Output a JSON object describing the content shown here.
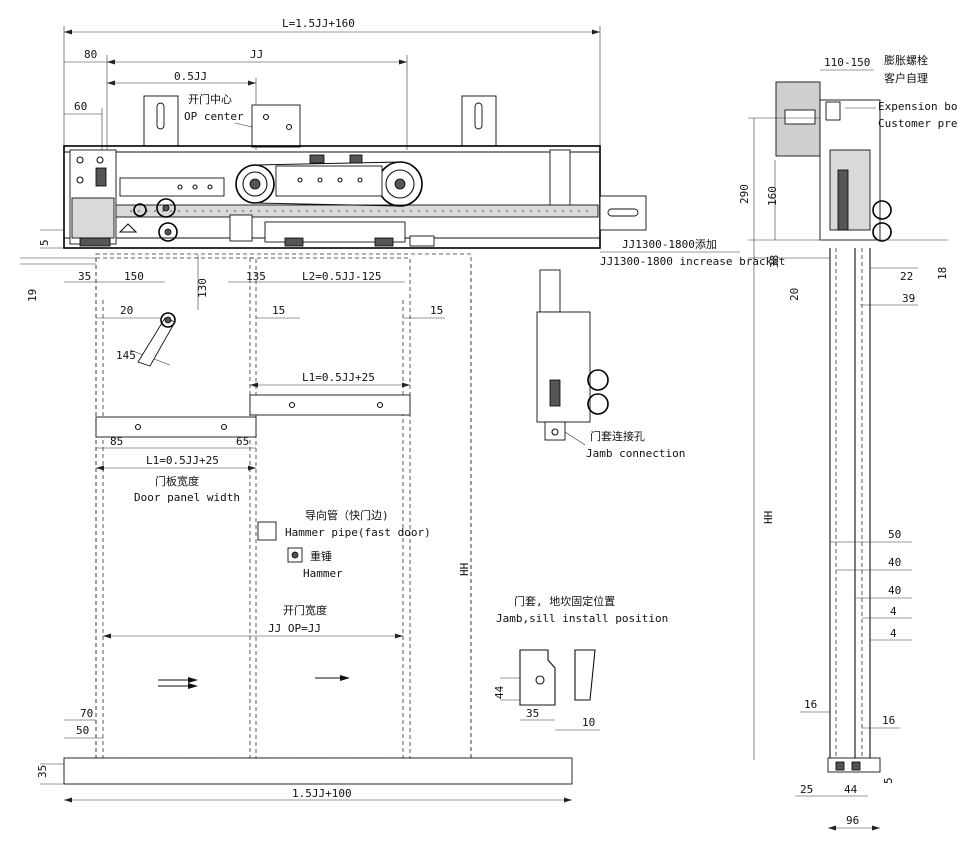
{
  "dims": {
    "L_total": "L=1.5JJ+160",
    "d80": "80",
    "JJ": "JJ",
    "half_JJ": "0.5JJ",
    "d60": "60",
    "d5": "5",
    "d19": "19",
    "d35_left": "35",
    "d150": "150",
    "d135": "135",
    "L2": "L2=0.5JJ-125",
    "d130": "130",
    "d20_left": "20",
    "d15_a": "15",
    "d15_b": "15",
    "d145": "145",
    "L1_top": "L1=0.5JJ+25",
    "d85": "85",
    "d65": "65",
    "L1_left": "L1=0.5JJ+25",
    "HH_center": "HH",
    "d44": "44",
    "d35_sill": "35",
    "d10": "10",
    "d70": "70",
    "d50_left": "50",
    "d35_bottom": "35",
    "sill_width": "1.5JJ+100",
    "d110_150": "110-150",
    "d290": "290",
    "d160": "160",
    "d38": "38",
    "d22": "22",
    "d18": "18",
    "d20_side": "20",
    "d39": "39",
    "HH_side": "HH",
    "d50_side": "50",
    "d40_a": "40",
    "d40_b": "40",
    "d4_a": "4",
    "d4_b": "4",
    "d16_a": "16",
    "d16_b": "16",
    "d25": "25",
    "d44_side": "44",
    "d5_side": "5",
    "d96": "96"
  },
  "labels": {
    "op_center_cn": "开门中心",
    "op_center_en": "OP center",
    "bracket_cn": "JJ1300-1800添加",
    "bracket_en": "JJ1300-1800 increase bracket",
    "jamb_conn_cn": "门套连接孔",
    "jamb_conn_en": "Jamb connection",
    "panel_width_cn": "门板宽度",
    "panel_width_en": "Door panel width",
    "hammer_pipe_cn": "导向管（快门边)",
    "hammer_pipe_en": "Hammer pipe(fast door)",
    "hammer_cn": "重锤",
    "hammer_en": "Hammer",
    "opening_width_cn": "开门宽度",
    "opening_width_en": "JJ OP=JJ",
    "sill_install_cn": "门套, 地坎固定位置",
    "sill_install_en": "Jamb,sill install position",
    "bolt_cn_1": "膨胀螺栓",
    "bolt_cn_2": "客户自理",
    "bolt_en_1": "Expension bolt",
    "bolt_en_2": "Customer prep"
  }
}
